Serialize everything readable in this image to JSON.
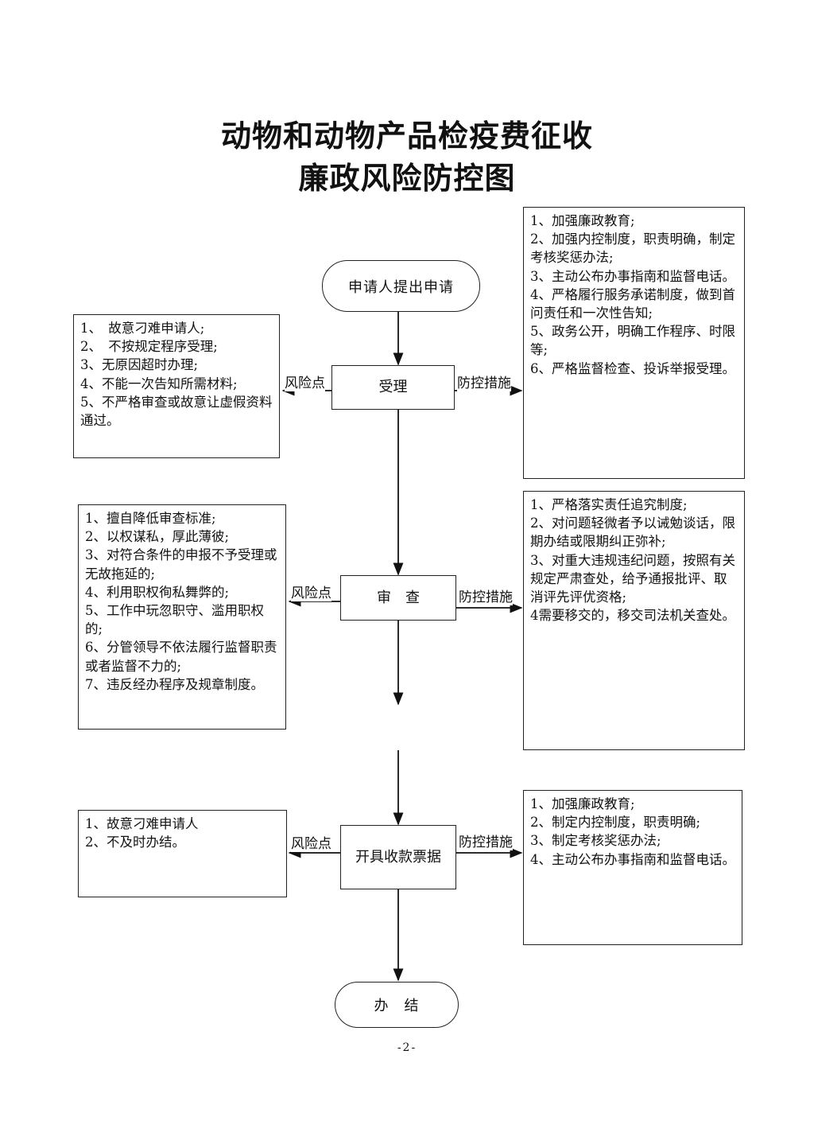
{
  "title": {
    "line1": "动物和动物产品检疫费征收",
    "line2": "廉政风险防控图"
  },
  "flow": {
    "start": "申请人提出申请",
    "step1": "受理",
    "step2": "审　查",
    "step3": "开具收款票据",
    "end": "办　结"
  },
  "labels": {
    "risk": "风险点",
    "control": "防控措施"
  },
  "step1": {
    "risks": [
      "1、　故意刁难申请人;",
      "2、　不按规定程序受理;",
      "3、无原因超时办理;",
      "4、不能一次告知所需材料;",
      "5、不严格审查或故意让虚假资料通过。"
    ],
    "controls": [
      "1、加强廉政教育;",
      "2、加强内控制度，职责明确，制定考核奖惩办法;",
      "3、主动公布办事指南和监督电话。",
      "4、严格履行服务承诺制度，做到首问责任和一次性告知;",
      "5、政务公开，明确工作程序、时限等;",
      "6、严格监督检查、投诉举报受理。"
    ]
  },
  "step2": {
    "risks": [
      "1、擅自降低审查标准;",
      "2、以权谋私，厚此薄彼;",
      "3、对符合条件的申报不予受理或无故拖延的;",
      "4、利用职权徇私舞弊的;",
      "5、工作中玩忽职守、滥用职权的;",
      "6、分管领导不依法履行监督职责或者监督不力的;",
      "7、违反经办程序及规章制度。"
    ],
    "controls": [
      "1、严格落实责任追究制度;",
      "2、对问题轻微者予以诫勉谈话，限期办结或限期纠正弥补;",
      "3、对重大违规违纪问题，按照有关规定严肃查处，给予通报批评、取消评先评优资格;",
      "4需要移交的，移交司法机关查处。"
    ]
  },
  "step3": {
    "risks": [
      "1、故意刁难申请人",
      "2、不及时办结。"
    ],
    "controls": [
      "1、加强廉政教育;",
      "2、制定内控制度，职责明确;",
      "3、制定考核奖惩办法;",
      "4、主动公布办事指南和监督电话。"
    ]
  },
  "page_number": "-2-"
}
